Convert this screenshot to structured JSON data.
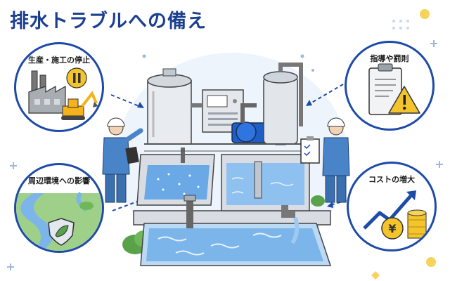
{
  "title": "排水トラブルへの備え",
  "risks": {
    "production": {
      "label": "生産・施工の停止"
    },
    "penalty": {
      "label": "指導や罰則"
    },
    "environment": {
      "label": "周辺環境への影響"
    },
    "cost": {
      "label": "コストの増大",
      "coin_symbol": "¥"
    }
  },
  "colors": {
    "accent": "#1e4aa8",
    "title": "#1b3f8f",
    "water": "#7cb5ea",
    "warning": "#f3c42b",
    "machine": "#f5b21b"
  }
}
